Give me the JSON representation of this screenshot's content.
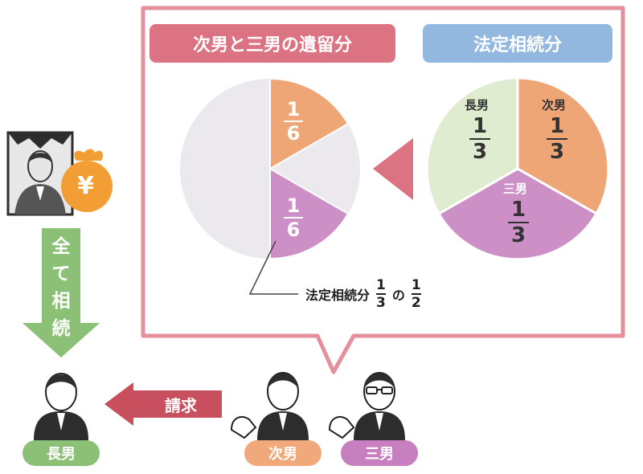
{
  "header": {
    "left_badge": "次男と三男の遺留分",
    "right_badge": "法定相続分"
  },
  "legal_shares": {
    "eldest": {
      "label": "長男",
      "num": "1",
      "den": "3"
    },
    "second": {
      "label": "次男",
      "num": "1",
      "den": "3"
    },
    "third": {
      "label": "三男",
      "num": "1",
      "den": "3"
    }
  },
  "reserved_shares": {
    "second": {
      "num": "1",
      "den": "6"
    },
    "third": {
      "num": "1",
      "den": "6"
    }
  },
  "formula": {
    "prefix": "法定相続分",
    "a_num": "1",
    "a_den": "3",
    "connector": "の",
    "b_num": "1",
    "b_den": "2"
  },
  "inherit_arrow": {
    "text": "全て相続"
  },
  "claim_arrow": {
    "text": "請求"
  },
  "persons": {
    "eldest": "長男",
    "second": "次男",
    "third": "三男"
  },
  "money": {
    "symbol": "¥"
  },
  "colors": {
    "frame_pink": "#e58f9c",
    "header_pink": "#dc7382",
    "header_blue": "#93b8df",
    "orange": "#efa677",
    "purple": "#cc8fc6",
    "green_light": "#dfeccf",
    "grey_pie": "#ebe8ee",
    "green_badge": "#8dc077",
    "orange_badge": "#f1a97b",
    "purple_badge": "#c77fbf",
    "claim_red": "#c84f5d",
    "money_orange": "#f29e34"
  }
}
